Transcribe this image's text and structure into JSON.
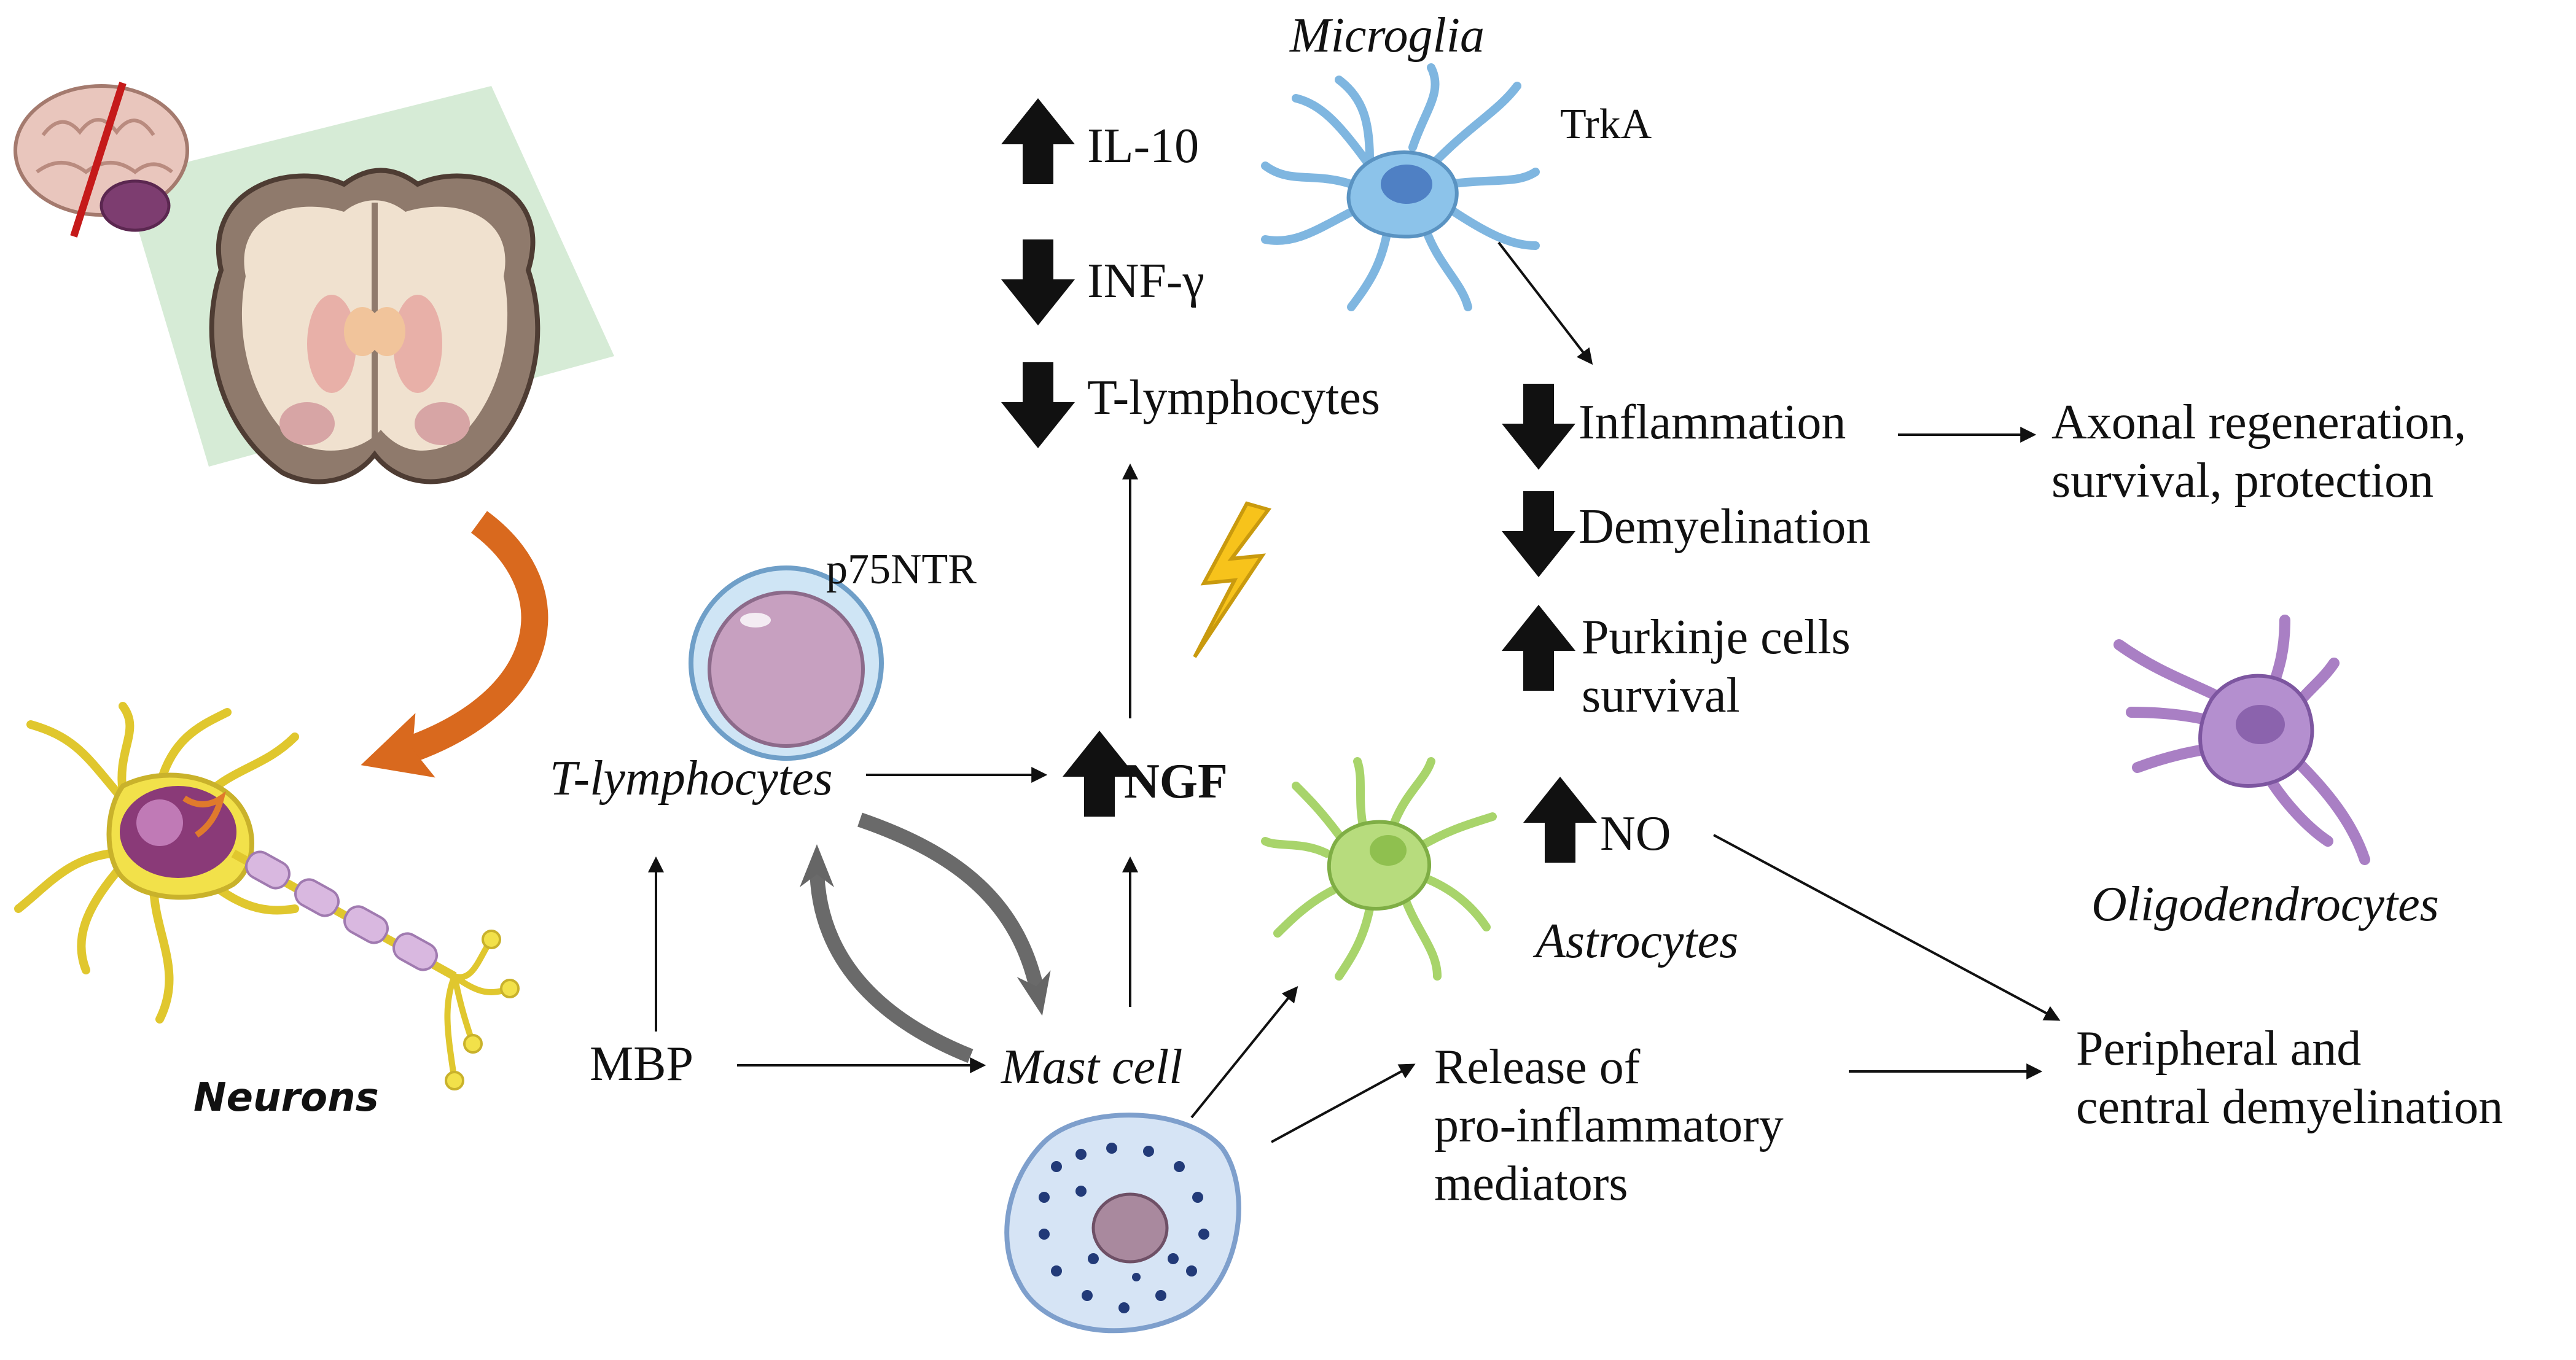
{
  "cells": {
    "microglia": "Microglia",
    "trka": "TrkA",
    "p75ntr": "p75NTR",
    "t_lymphocytes_cell": "T-lymphocytes",
    "mast_cell": "Mast cell",
    "astrocytes": "Astrocytes",
    "oligodendrocytes": "Oligodendrocytes",
    "neurons": "Neurons"
  },
  "markers": {
    "il10": "IL-10",
    "inf_gamma": "INF-γ",
    "t_lymphocytes_effect": "T-lymphocytes",
    "ngf": "NGF",
    "mbp": "MBP",
    "no": "NO"
  },
  "effects": {
    "inflammation": "Inflammation",
    "demyelination": "Demyelination",
    "purkinje_line1": "Purkinje cells",
    "purkinje_line2": "survival",
    "axonal_line1": "Axonal regeneration,",
    "axonal_line2": "survival, protection",
    "release_line1": "Release of",
    "release_line2": "pro-inflammatory",
    "release_line3": "mediators",
    "peripheral_line1": "Peripheral and",
    "peripheral_line2": "central demyelination"
  },
  "colors": {
    "background": "#ffffff",
    "arrow": "#111111",
    "microglia": "#7fb6e0",
    "astrocyte": "#a8d46b",
    "oligodendrocyte": "#a97fc4",
    "mast_cell": "#d6e4f5",
    "t_cell": "#c7a0c0",
    "neuron": "#f2e14a",
    "curved_arrow": "#d9691e",
    "lightning": "#f7c31b",
    "brain_highlight": "#cfe7cf"
  }
}
